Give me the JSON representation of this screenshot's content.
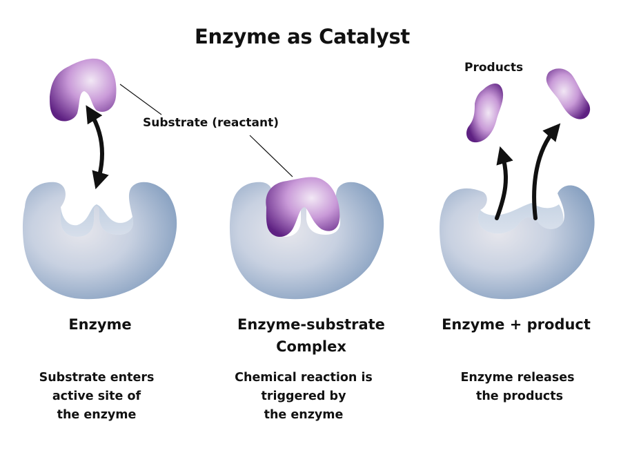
{
  "title": "Enzyme as Catalyst",
  "callouts": {
    "substrate": "Substrate (reactant)",
    "products": "Products"
  },
  "stages": [
    {
      "name": "Enzyme",
      "description": "Substrate enters\nactive site of\nthe enzyme"
    },
    {
      "name": "Enzyme-substrate\nComplex",
      "description": "Chemical reaction is\ntriggered by\nthe enzyme"
    },
    {
      "name": "Enzyme + product",
      "description": "Enzyme releases\n the products"
    }
  ],
  "colors": {
    "enzyme_light": "#e4e4ea",
    "enzyme_dark": "#7f9bbd",
    "substrate_light": "#f1e6f4",
    "substrate_dark": "#5e2182",
    "arrow": "#111111"
  }
}
